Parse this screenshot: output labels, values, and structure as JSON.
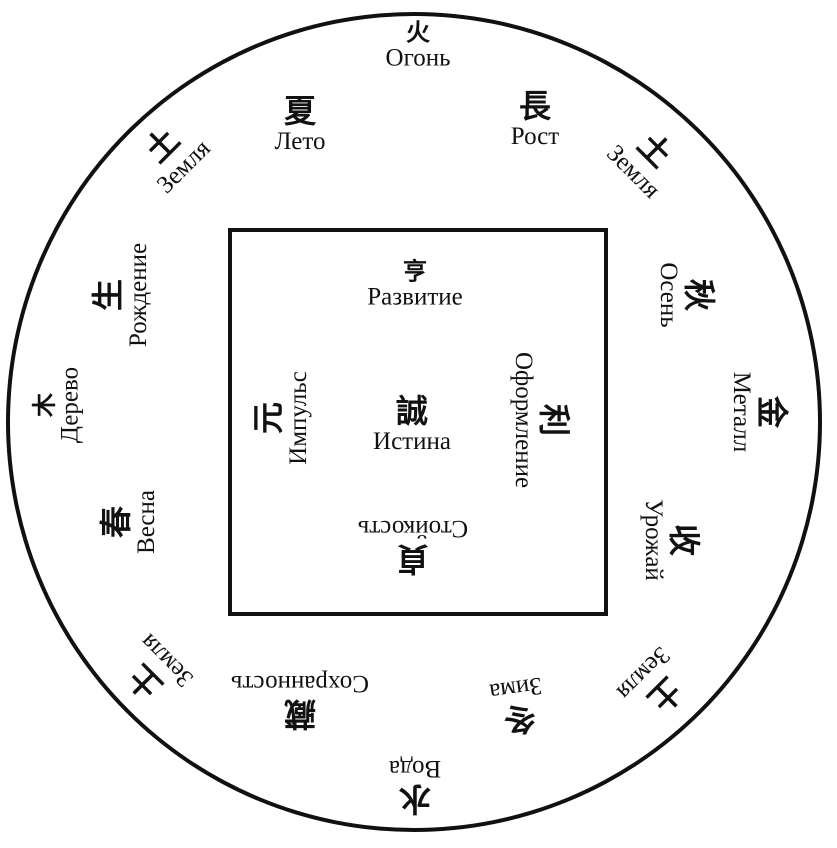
{
  "outer": [
    {
      "id": "fire",
      "char": "火",
      "label": "Огонь"
    },
    {
      "id": "summer",
      "char": "夏",
      "label": "Лето"
    },
    {
      "id": "growth",
      "char": "長",
      "label": "Рост"
    },
    {
      "id": "earth-tl",
      "char": "土",
      "label": "Земля"
    },
    {
      "id": "earth-tr",
      "char": "土",
      "label": "Земля"
    },
    {
      "id": "birth",
      "char": "生",
      "label": "Рождение"
    },
    {
      "id": "autumn",
      "char": "秋",
      "label": "Осень"
    },
    {
      "id": "wood",
      "char": "木",
      "label": "Дерево"
    },
    {
      "id": "metal",
      "char": "金",
      "label": "Металл"
    },
    {
      "id": "spring",
      "char": "春",
      "label": "Весна"
    },
    {
      "id": "harvest",
      "char": "收",
      "label": "Урожай"
    },
    {
      "id": "earth-bl",
      "char": "土",
      "label": "Земля"
    },
    {
      "id": "earth-br",
      "char": "土",
      "label": "Земля"
    },
    {
      "id": "storage",
      "char": "藏",
      "label": "Сохранность"
    },
    {
      "id": "winter",
      "char": "冬",
      "label": "Зима"
    },
    {
      "id": "water",
      "char": "水",
      "label": "Вода"
    }
  ],
  "inner": [
    {
      "id": "development",
      "char": "亨",
      "label": "Развитие"
    },
    {
      "id": "impulse",
      "char": "元",
      "label": "Импульс"
    },
    {
      "id": "formation",
      "char": "利",
      "label": "Оформление"
    },
    {
      "id": "truth",
      "char": "誠",
      "label": "Истина"
    },
    {
      "id": "steadfastness",
      "char": "貞",
      "label": "Стойкость"
    }
  ]
}
